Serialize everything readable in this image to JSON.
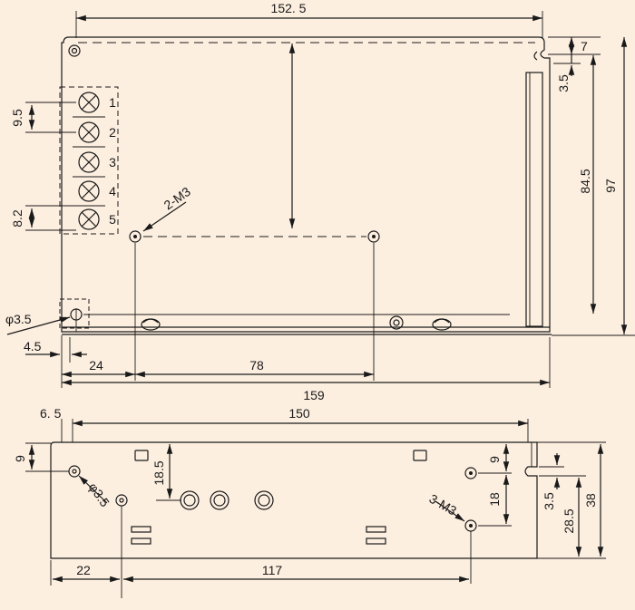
{
  "top_view": {
    "dims": {
      "overall_width": "152. 5",
      "tab_offset": "7",
      "tab_hole": "3.5",
      "inner_height": "84.5",
      "overall_height": "97",
      "terminal_pitch_upper": "9.5",
      "terminal_pitch_lower": "8.2",
      "mount_hole_callout": "2-M3",
      "corner_hole": "φ3.5",
      "left_margin": "4.5",
      "hole_offset": "24",
      "hole_spacing": "78",
      "overall_length": "159"
    },
    "terminals": [
      "1",
      "2",
      "3",
      "4",
      "5"
    ]
  },
  "side_view": {
    "dims": {
      "left_edge": "6. 5",
      "overall_length": "150",
      "top_offset": "9",
      "hole_dia": "φ3.5",
      "hole_height": "18.5",
      "right_top_offset": "9",
      "right_spacing": "18",
      "mount_hole_callout": "3-M3",
      "tab_hole": "3.5",
      "inner_height": "28.5",
      "overall_height": "38",
      "left_hole_offset": "22",
      "hole_spacing": "117"
    }
  }
}
